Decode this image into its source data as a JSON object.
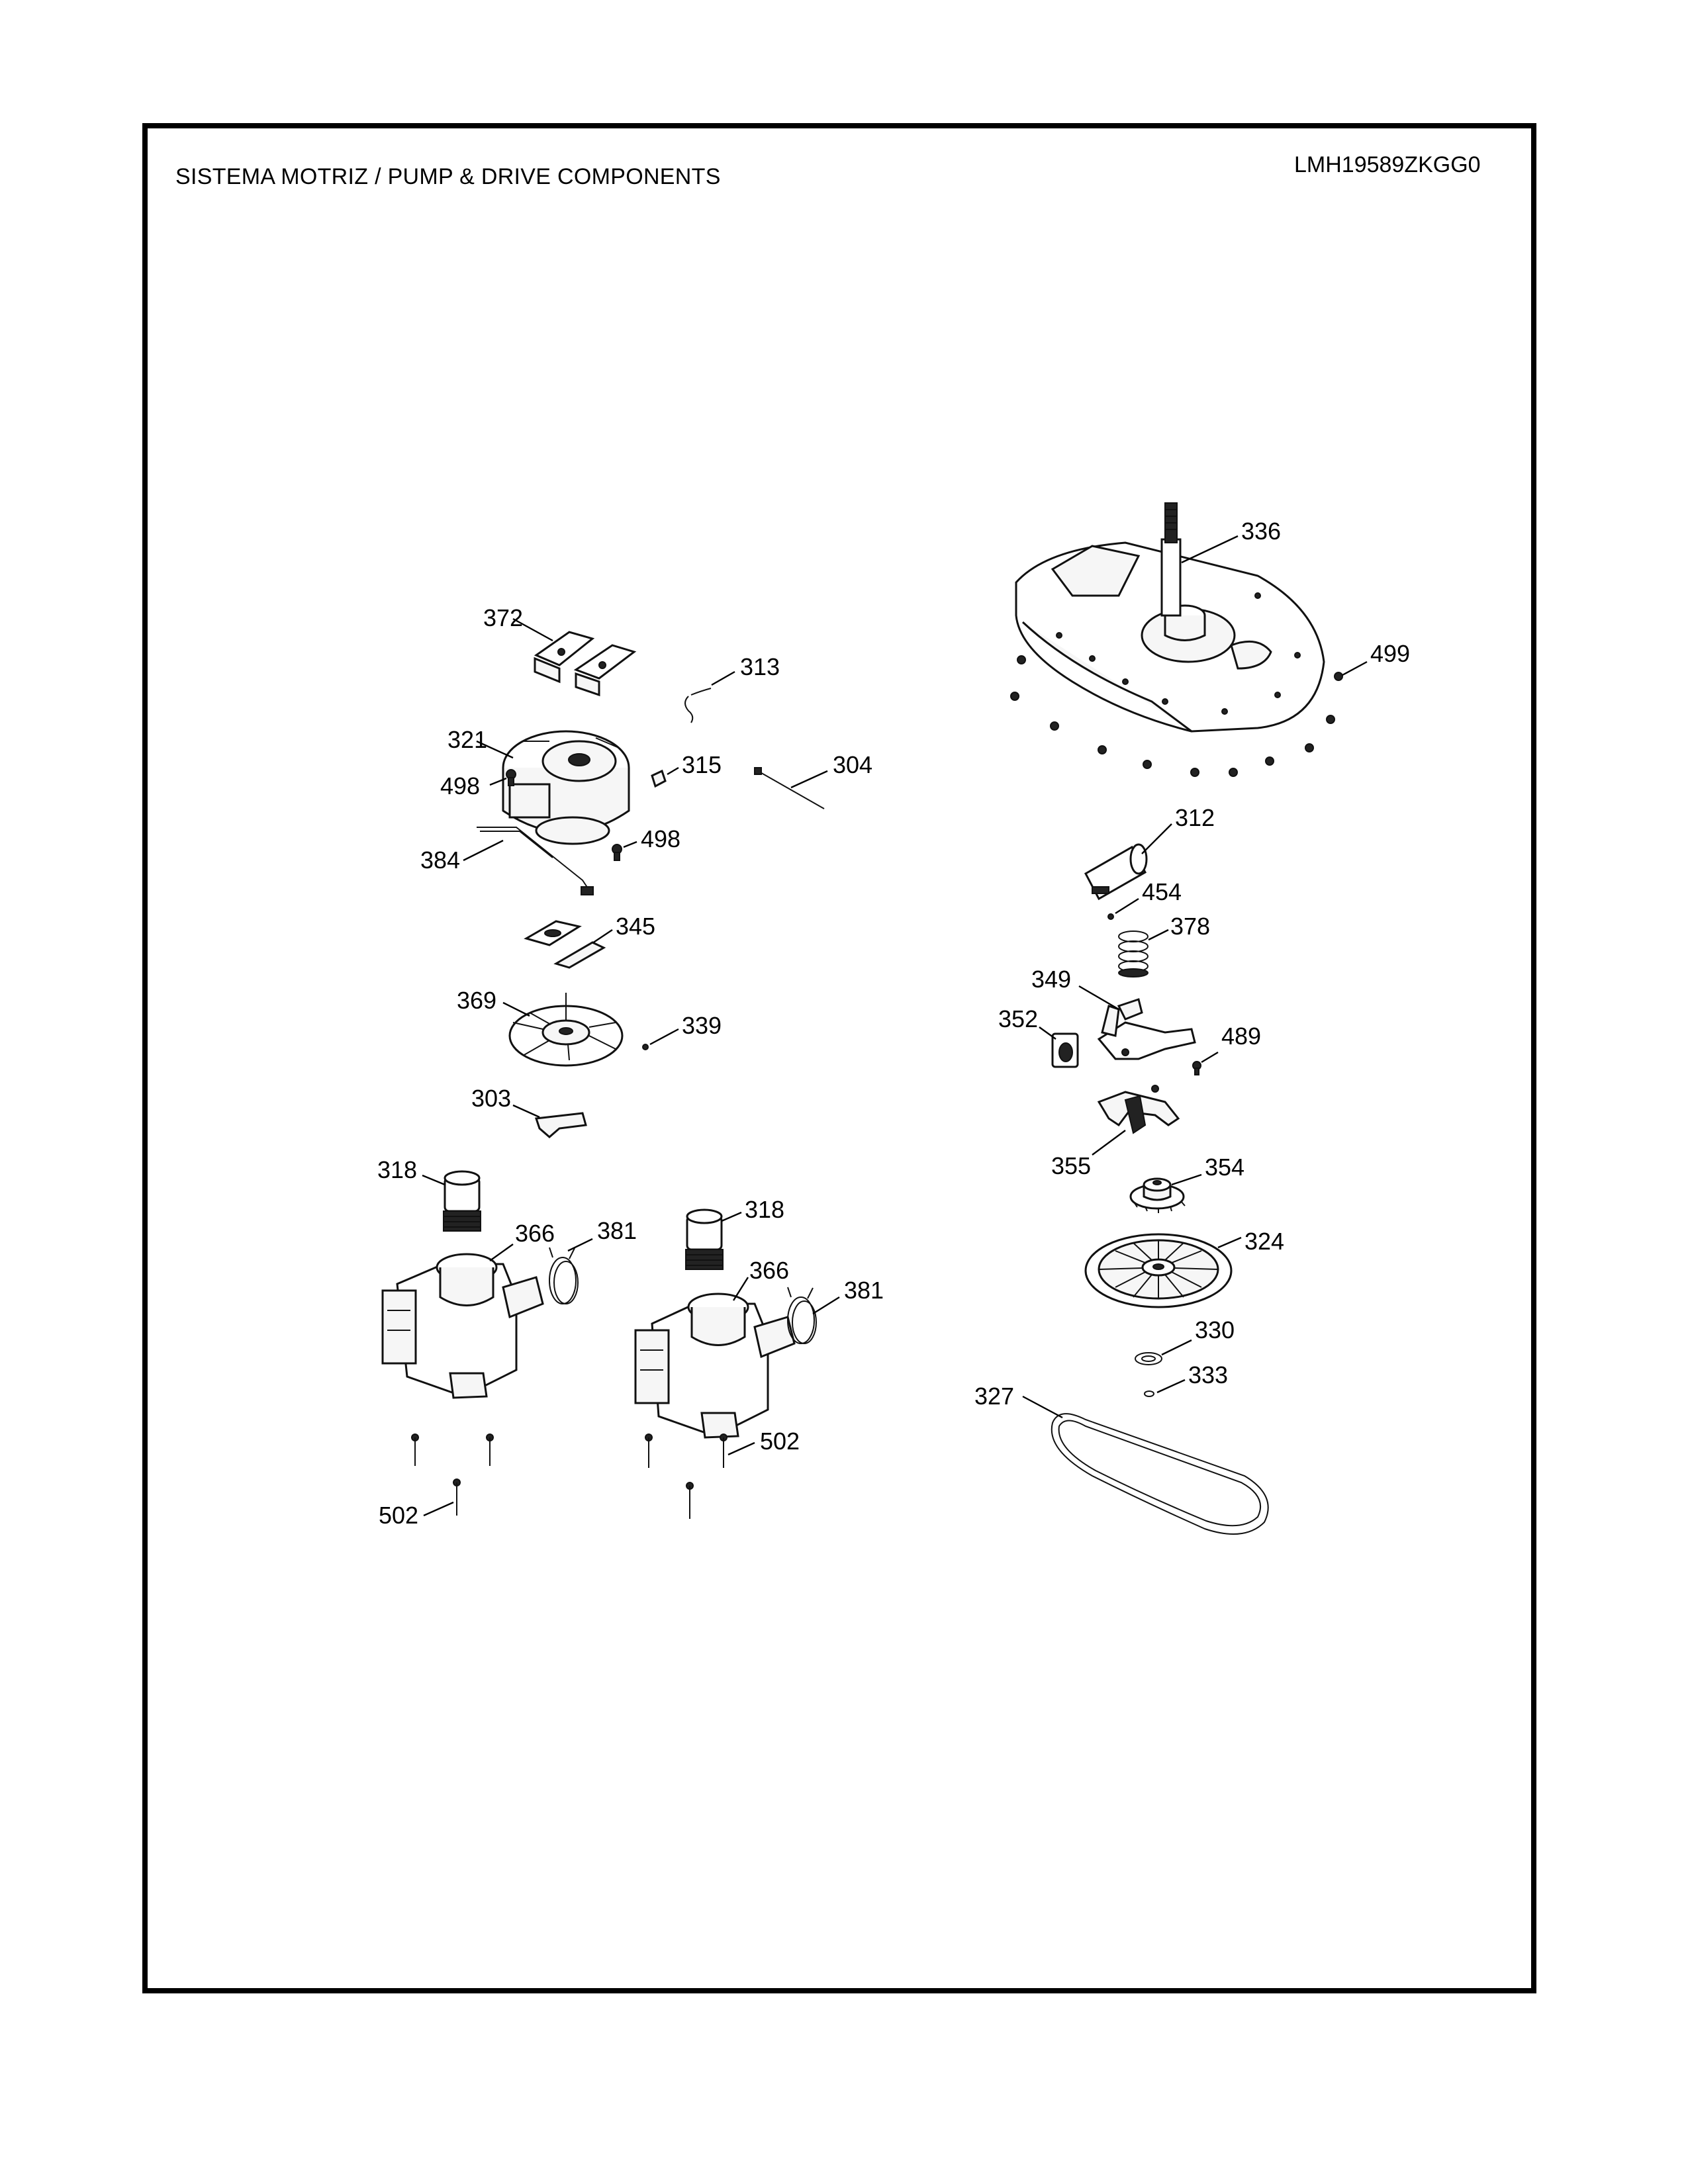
{
  "header": {
    "title": "SISTEMA MOTRIZ / PUMP  &  DRIVE COMPONENTS",
    "model": "LMH19589ZKGG0"
  },
  "callouts": {
    "c372": "372",
    "c313": "313",
    "c321": "321",
    "c315": "315",
    "c304": "304",
    "c498a": "498",
    "c498b": "498",
    "c384": "384",
    "c345": "345",
    "c369": "369",
    "c339": "339",
    "c303": "303",
    "c318a": "318",
    "c366a": "366",
    "c381a": "381",
    "c318b": "318",
    "c366b": "366",
    "c381b": "381",
    "c502a": "502",
    "c502b": "502",
    "c336": "336",
    "c499": "499",
    "c312": "312",
    "c454": "454",
    "c378": "378",
    "c349": "349",
    "c352": "352",
    "c489": "489",
    "c355": "355",
    "c354": "354",
    "c324": "324",
    "c330": "330",
    "c333": "333",
    "c327": "327"
  }
}
